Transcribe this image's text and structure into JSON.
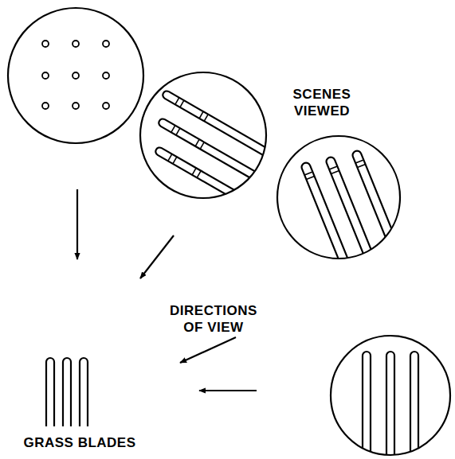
{
  "diagram": {
    "labels": [
      "SCENES VIEWED",
      "DIRECTIONS OF VIEW",
      "GRASS BLADES"
    ]
  }
}
